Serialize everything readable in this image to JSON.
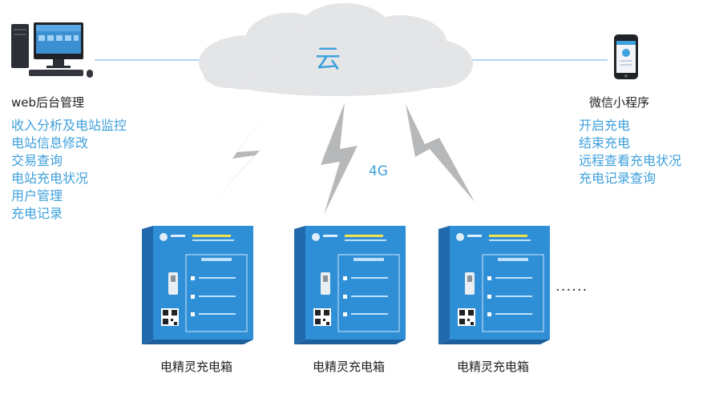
{
  "cloud": {
    "label": "云"
  },
  "network": {
    "label": "4G"
  },
  "web_admin": {
    "title": "web后台管理",
    "functions": [
      "收入分析及电站监控",
      "电站信息修改",
      "交易查询",
      "电站充电状况",
      "用户管理",
      "充电记录"
    ]
  },
  "mini_program": {
    "title": "微信小程序",
    "functions": [
      "开启充电",
      "结束充电",
      "远程查看充电状况",
      "充电记录查询"
    ]
  },
  "charging_boxes": [
    {
      "label": "电精灵充电箱"
    },
    {
      "label": "电精灵充电箱"
    },
    {
      "label": "电精灵充电箱"
    }
  ],
  "more": {
    "label": "······"
  },
  "colors": {
    "accent": "#3ea0dc",
    "box_blue": "#2f8fd6",
    "cloud_fill": "#e4e5e7",
    "bolt": "#b7b8ba"
  }
}
